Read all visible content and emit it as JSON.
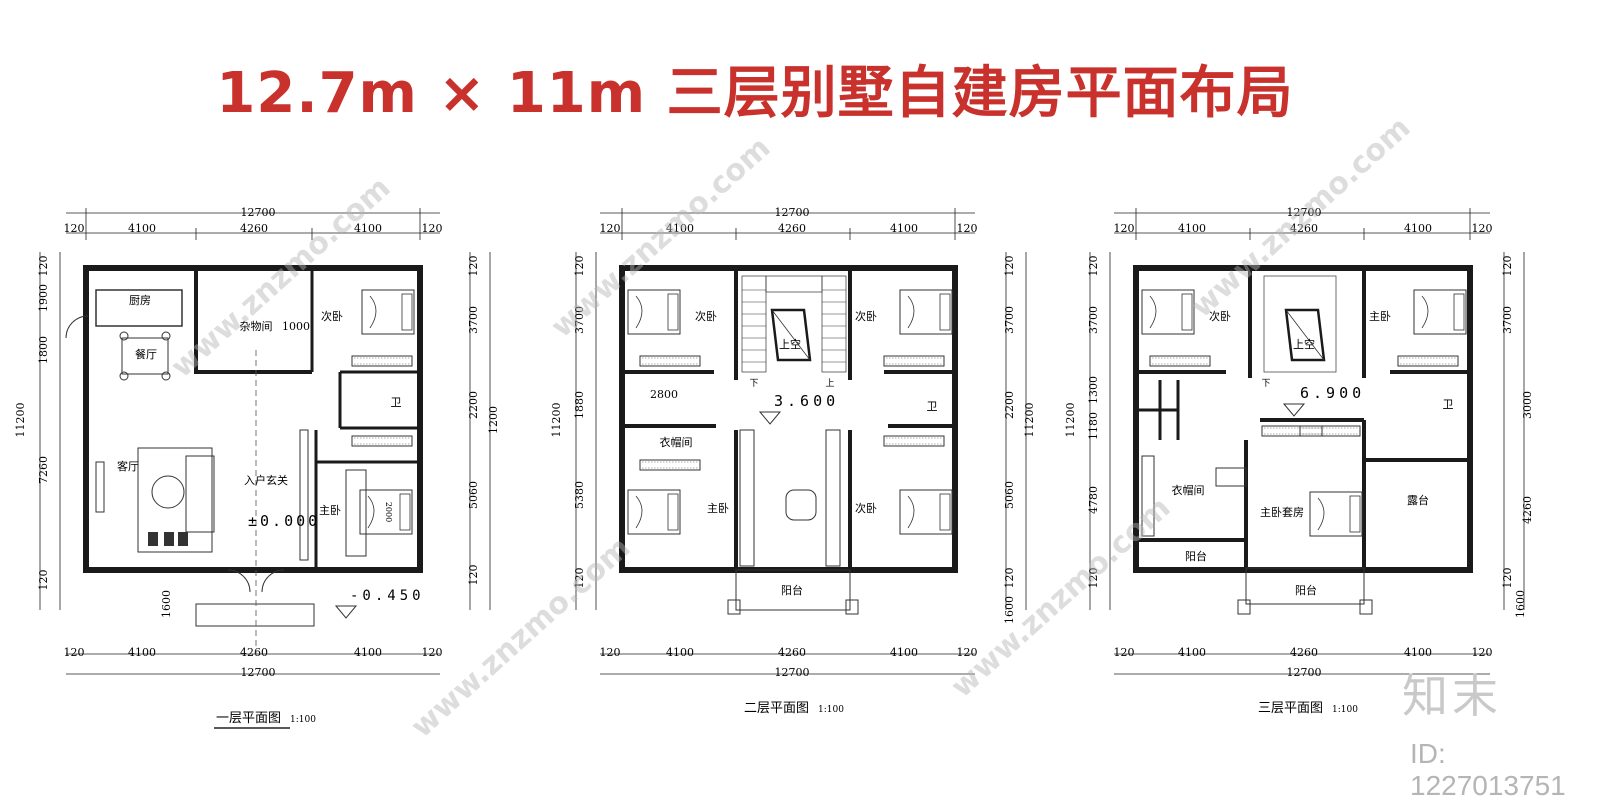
{
  "title": "12.7m × 11m 三层别墅自建房平面布局",
  "watermark": "www.znzmo.com",
  "logo": "知末",
  "id_label": "ID: 1227013751",
  "colors": {
    "title": "#c8312c",
    "wall": "#1a1a1a",
    "furniture": "#333333"
  },
  "dims": {
    "total_w": "12700",
    "edge": "120",
    "side": "4100",
    "middle": "4260",
    "total_h": "11200",
    "v_bottom": "1600"
  },
  "plan1": {
    "caption": "一层平面图",
    "scale": "1:100",
    "left_dims": [
      "120",
      "1900",
      "1800",
      "7260",
      "120",
      "1600"
    ],
    "right_dims": [
      "120",
      "3700",
      "2200",
      "5060",
      "120",
      "1200"
    ],
    "rooms": {
      "kitchen": "厨房",
      "dining": "餐厅",
      "storage": "杂物间",
      "storage_dim": "1000",
      "bed2": "次卧",
      "bath": "卫",
      "living": "客厅",
      "foyer": "入户玄关",
      "master": "主卧",
      "bed_size": "2000"
    },
    "level": "±0.000",
    "outside_level": "-0.450"
  },
  "plan2": {
    "caption": "二层平面图",
    "scale": "1:100",
    "left_dims": [
      "120",
      "3700",
      "1880",
      "5380",
      "120",
      "11200"
    ],
    "right_dims": [
      "120",
      "3700",
      "2200",
      "5060",
      "120",
      "1600"
    ],
    "rooms": {
      "bed2a": "次卧",
      "void": "上空",
      "bed2b": "次卧",
      "bath_dim": "2800",
      "wardrobe": "衣帽间",
      "master": "主卧",
      "bed2c": "次卧",
      "balcony": "阳台",
      "down": "下",
      "up": "上",
      "bath": "卫"
    },
    "level": "3.600"
  },
  "plan3": {
    "caption": "三层平面图",
    "scale": "1:100",
    "left_dims": [
      "120",
      "3700",
      "1300",
      "1180",
      "4780",
      "120",
      "11200"
    ],
    "right_dims": [
      "120",
      "3700",
      "3000",
      "4260",
      "120",
      "1600"
    ],
    "rooms": {
      "bed2": "次卧",
      "void": "上空",
      "master": "主卧",
      "wardrobe": "衣帽间",
      "suite": "主卧套房",
      "terrace": "露台",
      "balcony_a": "阳台",
      "balcony_b": "阳台",
      "down": "下",
      "bath": "卫"
    },
    "level": "6.900"
  }
}
